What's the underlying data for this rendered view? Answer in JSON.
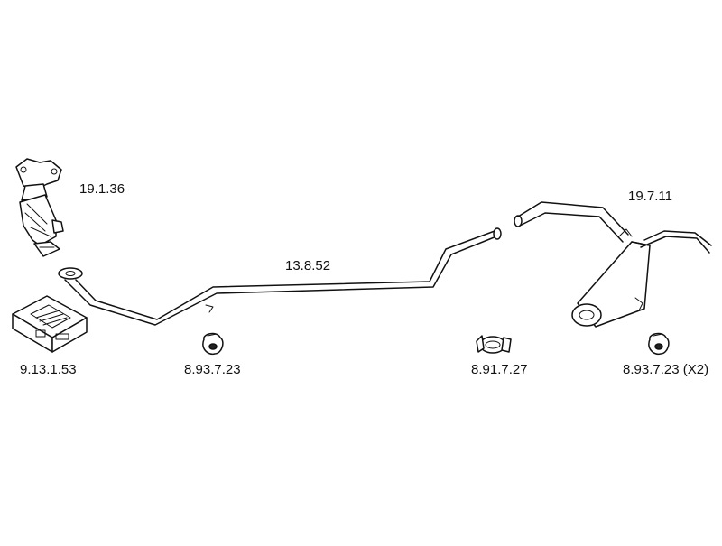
{
  "parts": [
    {
      "id": "catalytic-converter",
      "code": "19.1.36"
    },
    {
      "id": "fitting-kit",
      "code": "9.13.1.53"
    },
    {
      "id": "middle-pipe",
      "code": "13.8.52"
    },
    {
      "id": "rubber-mount-front",
      "code": "8.93.7.23"
    },
    {
      "id": "pipe-clamp",
      "code": "8.91.7.27"
    },
    {
      "id": "rear-silencer",
      "code": "19.7.11"
    },
    {
      "id": "rubber-mount-rear",
      "code": "8.93.7.23 (X2)"
    }
  ]
}
